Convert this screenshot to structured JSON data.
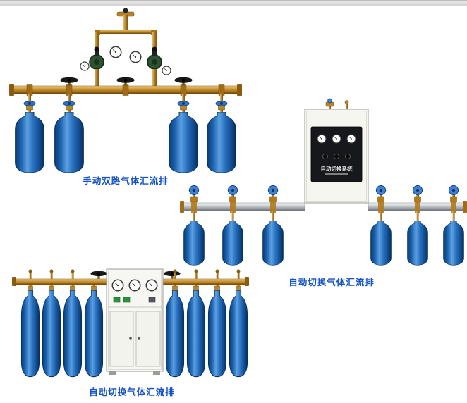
{
  "page": {
    "background": "#ffffff",
    "footer_bar_color": "#d6d6d6"
  },
  "colors": {
    "caption_blue": "#1453c4",
    "cylinder_blue": "#2a72c0",
    "brass_pipe": "#c08a30",
    "silver_pipe": "#c9cdd0",
    "cabinet_body": "#f6f6f1",
    "panel_black": "#16181c",
    "regulator_green": "#2c5230"
  },
  "figures": [
    {
      "id": "manual-dual-manifold",
      "caption": "手动双路气体汇流排",
      "cylinders": 4,
      "gauges": 4,
      "regulators": 2
    },
    {
      "id": "auto-switch-wall-manifold",
      "caption": "自动切换气体汇流排",
      "cylinders": 6,
      "panel_title": "自动切换系统",
      "panel_gauges": 3
    },
    {
      "id": "auto-switch-floor-manifold",
      "caption": "自动切换气体汇流排",
      "cylinders": 8,
      "cabinet_gauges": 3
    }
  ]
}
